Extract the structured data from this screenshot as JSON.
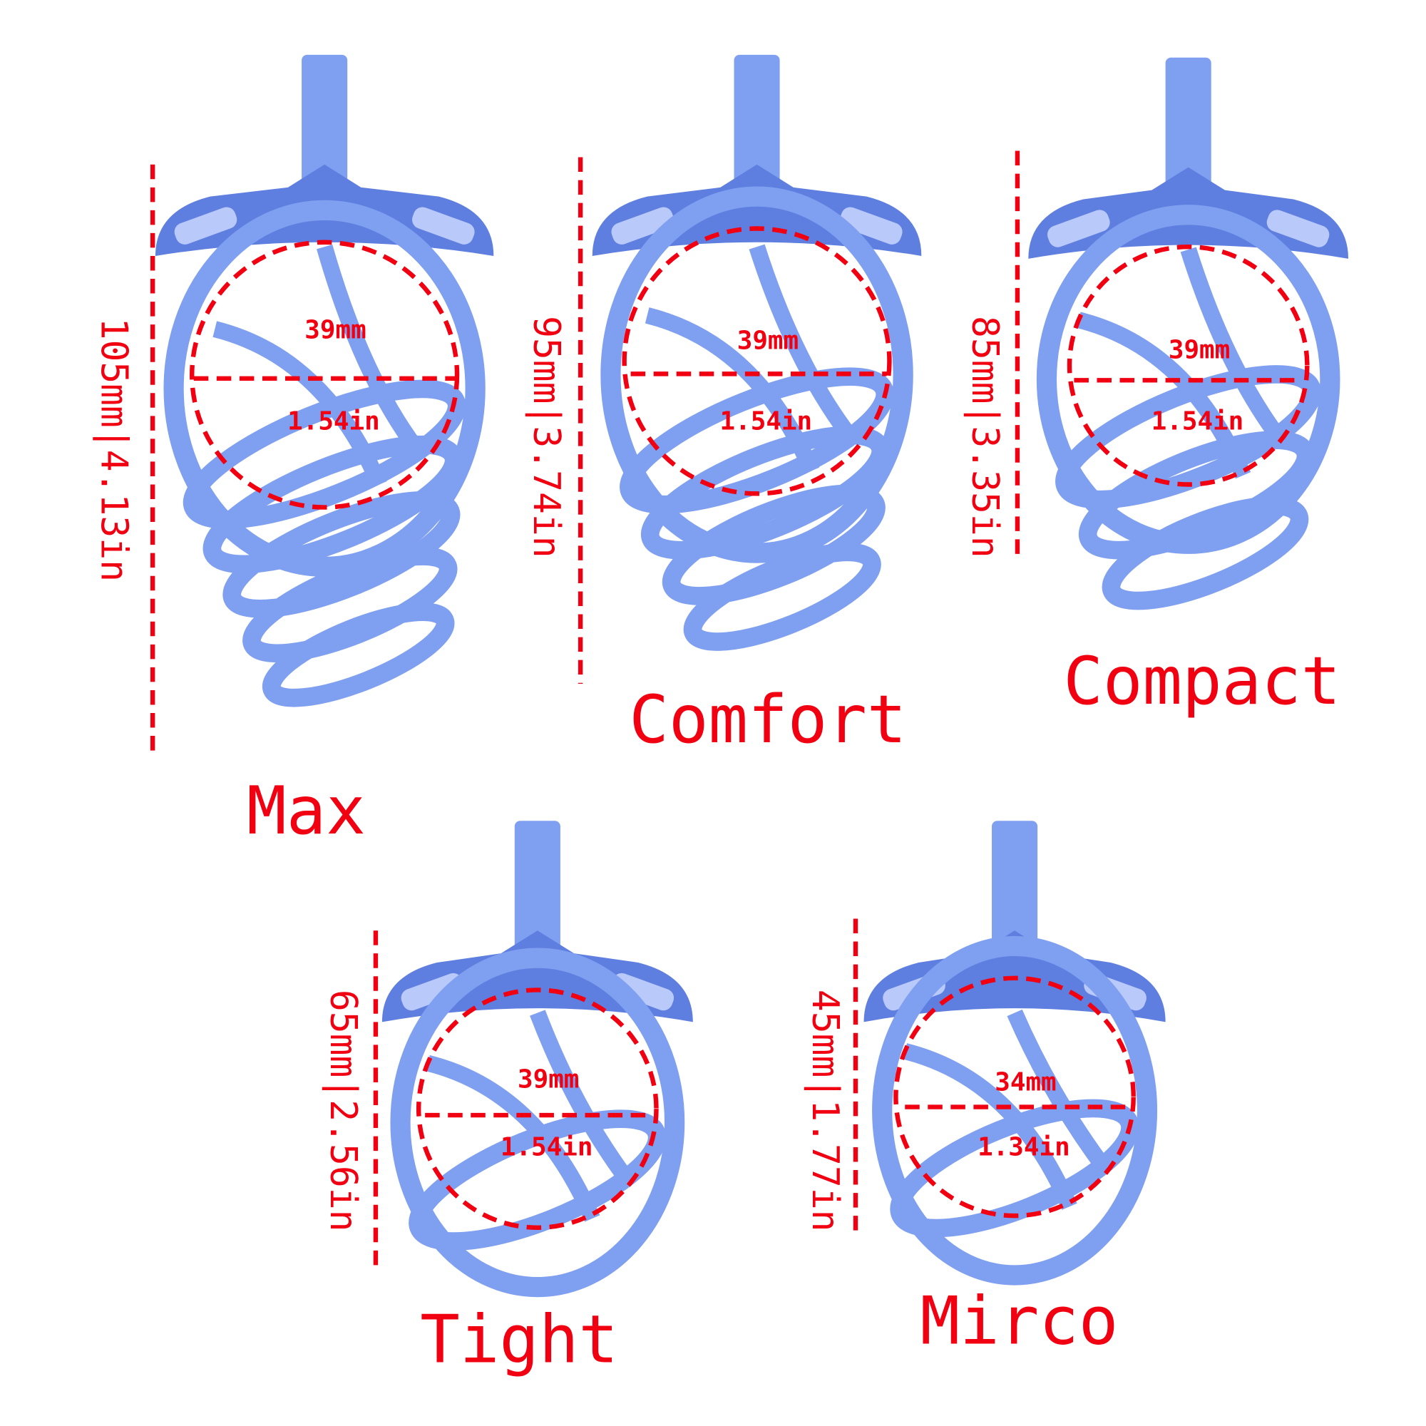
{
  "colors": {
    "cage": "#7f9ff0",
    "cage_dark": "#5f7fe0",
    "cage_light": "#b8c9fa",
    "annotation": "#f00010"
  },
  "models": [
    {
      "name": "Max",
      "height_label": "105mm|4.13in",
      "diameter_mm": "39mm",
      "diameter_in": "1.54in"
    },
    {
      "name": "Comfort",
      "height_label": "95mm|3.74in",
      "diameter_mm": "39mm",
      "diameter_in": "1.54in"
    },
    {
      "name": "Compact",
      "height_label": "85mm|3.35in",
      "diameter_mm": "39mm",
      "diameter_in": "1.54in"
    },
    {
      "name": "Tight",
      "height_label": "65mm|2.56in",
      "diameter_mm": "39mm",
      "diameter_in": "1.54in"
    },
    {
      "name": "Mirco",
      "height_label": "45mm|1.77in",
      "diameter_mm": "34mm",
      "diameter_in": "1.34in"
    }
  ]
}
